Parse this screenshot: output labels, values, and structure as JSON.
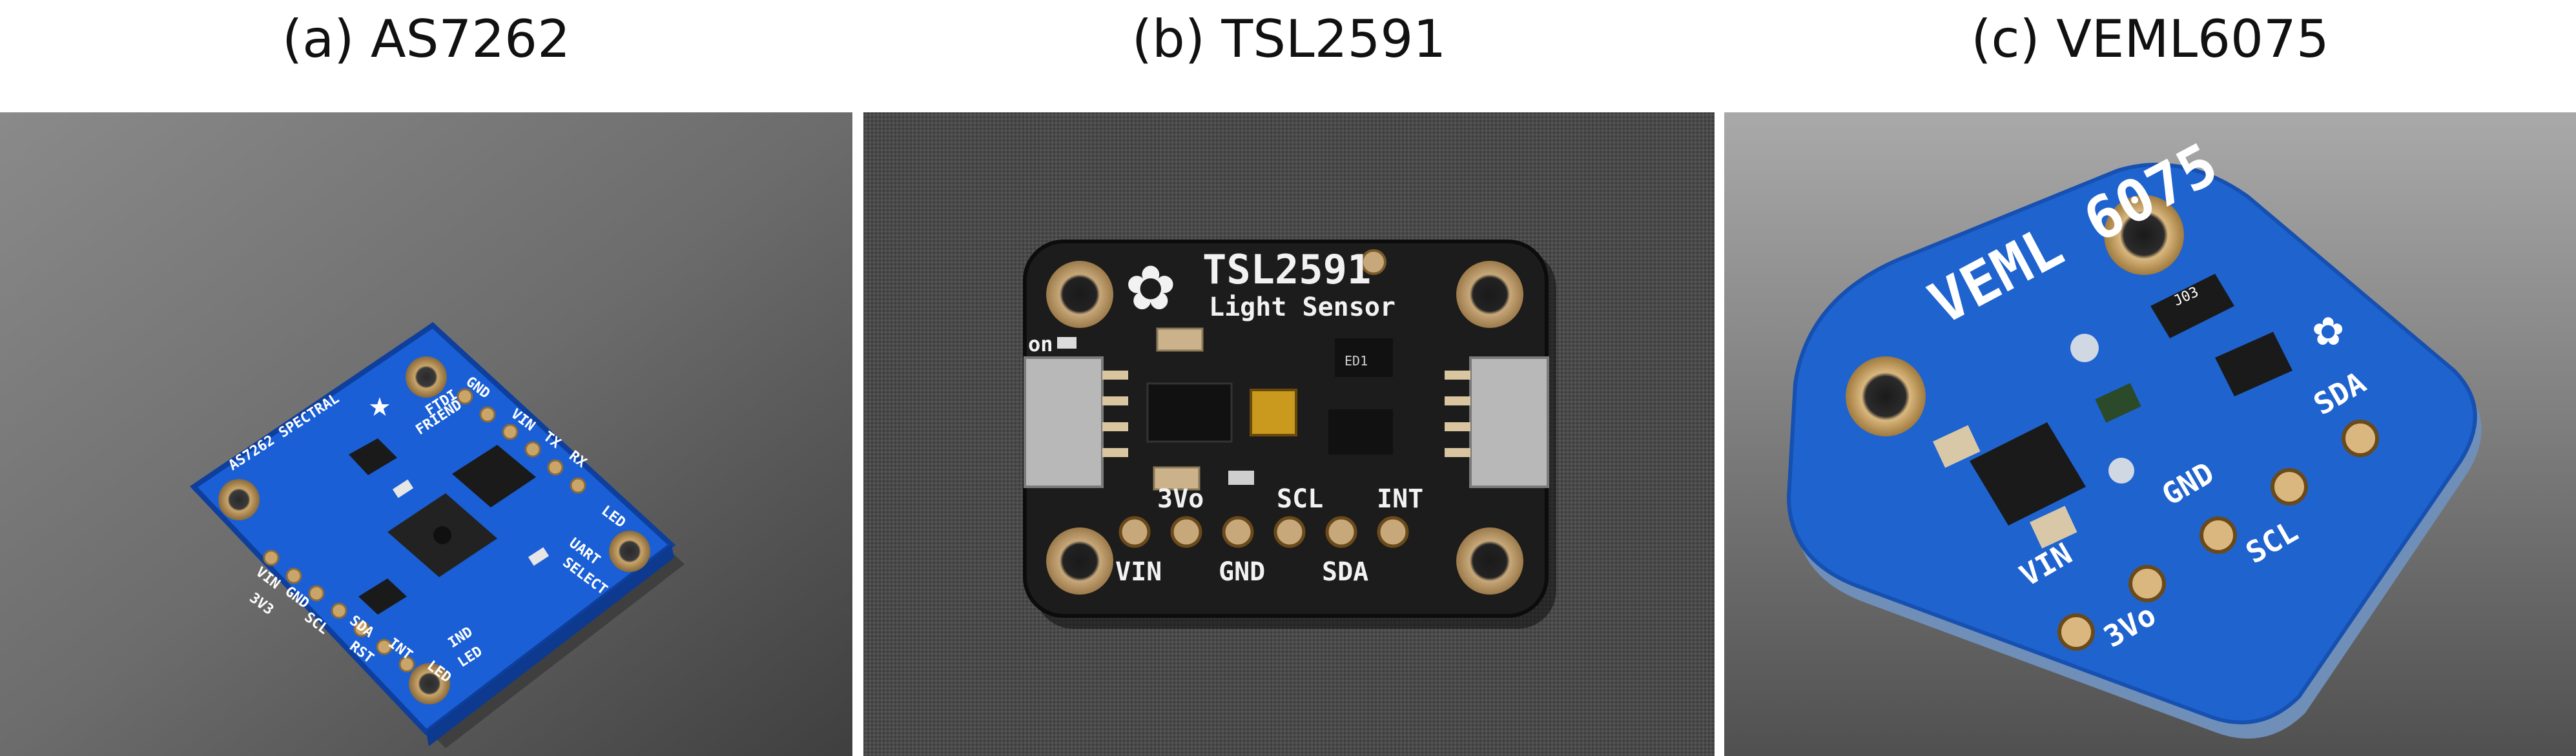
{
  "figure": {
    "panels": [
      {
        "caption": "(a) AS7262",
        "board": {
          "color": "#1a5fd6",
          "title_label": "AS7262 SPECTRAL",
          "pin_labels": [
            "VIN",
            "3V3",
            "GND",
            "SCL",
            "SDA",
            "RST",
            "INT",
            "LED"
          ],
          "top_labels": [
            "GND",
            "FTDI",
            "FRIEND",
            "VIN",
            "TX",
            "RX"
          ],
          "side_labels": [
            "LED",
            "UART",
            "SELECT",
            "IND",
            "LED"
          ]
        }
      },
      {
        "caption": "(b) TSL2591",
        "board": {
          "color": "#1c1c1c",
          "title_label": "TSL2591",
          "subtitle_label": "Light Sensor",
          "on_label": "on",
          "chip_label": "ED1",
          "pin_labels_top": [
            "3Vo",
            "SCL",
            "INT"
          ],
          "pin_labels_bottom": [
            "VIN",
            "GND",
            "SDA"
          ]
        }
      },
      {
        "caption": "(c) VEML6075",
        "board": {
          "color": "#1f63cf",
          "title_label": "VEML 6075",
          "chip_label": "J03",
          "pin_labels": [
            "VIN",
            "3Vo",
            "GND",
            "SCL",
            "SDA"
          ]
        }
      }
    ]
  }
}
